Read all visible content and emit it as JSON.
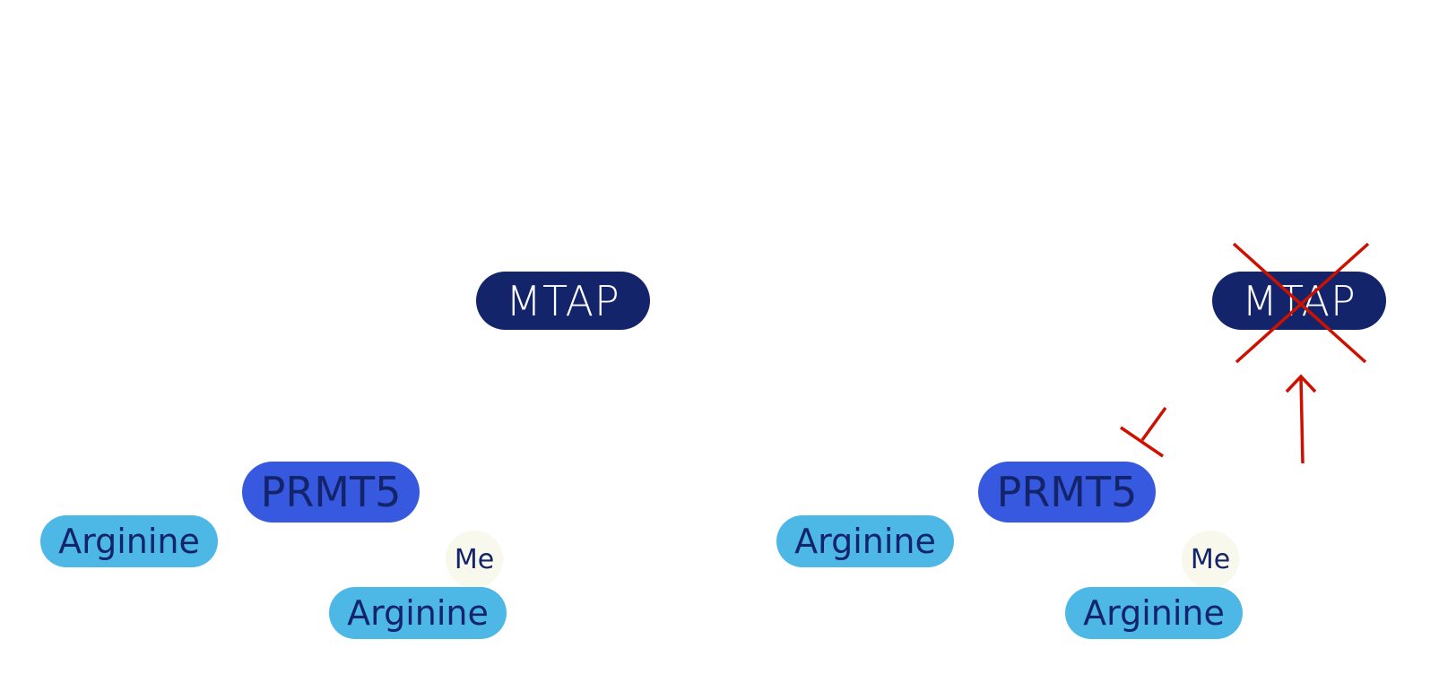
{
  "colors": {
    "mtap": "#13246a",
    "prmt5": "#3659e0",
    "arginine": "#4db8e6",
    "methyl": "#f8f8ec",
    "text_dark": "#13246a",
    "inhibition_red": "#cc1100"
  },
  "panels": [
    {
      "id": "left",
      "condition": "normal",
      "mtap_label": "MTAP",
      "prmt5_label": "PRMT5",
      "substrate_label": "Arginine",
      "product_label": "Arginine",
      "methyl_label": "Me",
      "mtap_deleted": false
    },
    {
      "id": "right",
      "condition": "MTAP-deleted",
      "mtap_label": "MTAP",
      "prmt5_label": "PRMT5",
      "substrate_label": "Arginine",
      "product_label": "Arginine",
      "methyl_label": "Me",
      "mtap_deleted": true,
      "annotations": [
        "mtap-deletion-cross",
        "prmt5-inhibition-bar",
        "upward-arrow"
      ]
    }
  ]
}
